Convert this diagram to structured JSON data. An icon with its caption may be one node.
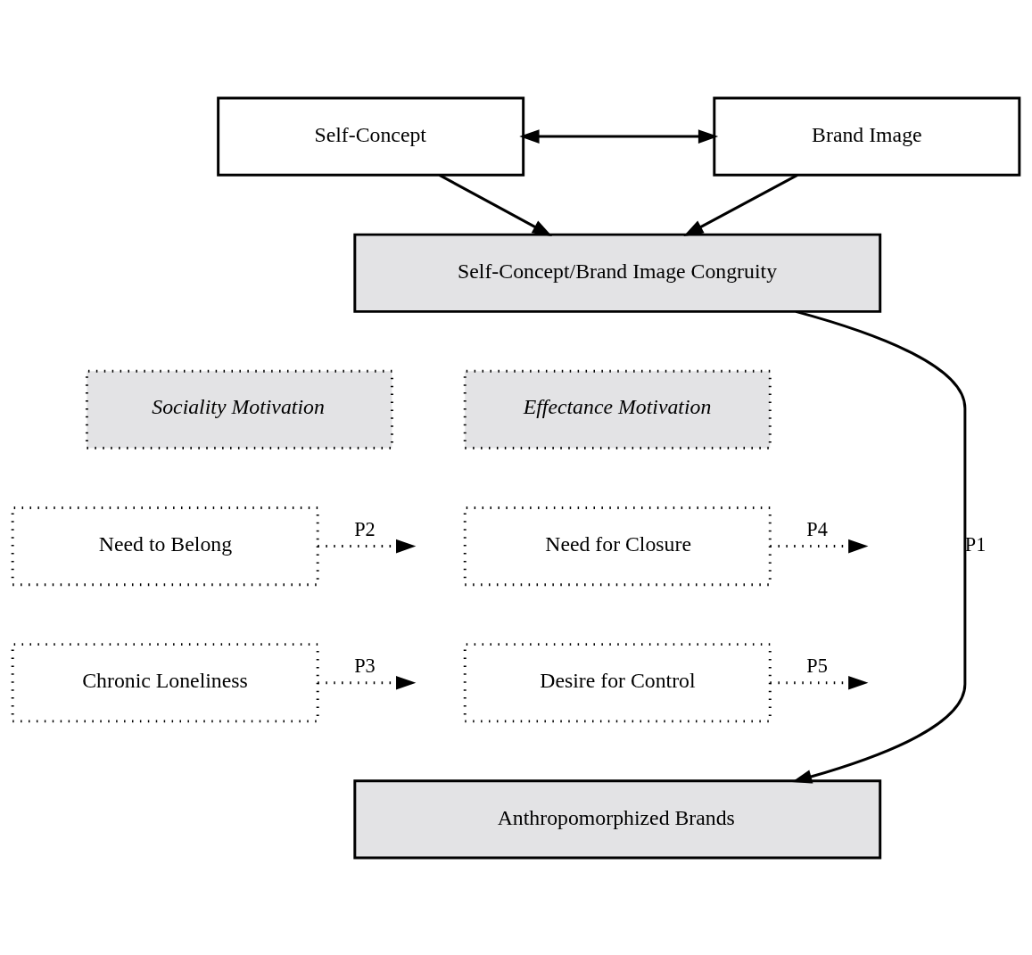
{
  "diagram": {
    "nodes": [
      {
        "text": [
          "Self-Concept"
        ]
      },
      {
        "text": [
          "Brand Image"
        ]
      },
      {
        "text": [
          "Self-Concept/Brand Image Congruity"
        ]
      },
      {
        "text": [
          "Sociality Motivation"
        ]
      },
      {
        "text": [
          "Need to Belong"
        ]
      },
      {
        "text": [
          "Chronic Loneliness"
        ]
      },
      {
        "text": [
          "Effectance Motivation"
        ]
      },
      {
        "text": [
          "Need for Closure"
        ]
      },
      {
        "text": [
          "Desire for Control"
        ]
      },
      {
        "text": [
          "Anthropomorphized Brands"
        ]
      }
    ],
    "edges": [
      {
        "from": 0,
        "to": 1,
        "arrow": "both"
      },
      {
        "from": 0,
        "to": 2,
        "arrow": "to"
      },
      {
        "from": 1,
        "to": 2,
        "arrow": "to"
      },
      {
        "from": 2,
        "to": 9,
        "arrow": "to",
        "label": "P1"
      },
      {
        "from": 4,
        "to": null,
        "arrow": "to",
        "label": "P2",
        "style": "dashed"
      },
      {
        "from": 5,
        "to": null,
        "arrow": "to",
        "label": "P3",
        "style": "dashed"
      },
      {
        "from": 7,
        "to": null,
        "arrow": "to",
        "label": "P4",
        "style": "dashed"
      },
      {
        "from": 8,
        "to": null,
        "arrow": "to",
        "label": "P5",
        "style": "dashed"
      }
    ]
  }
}
